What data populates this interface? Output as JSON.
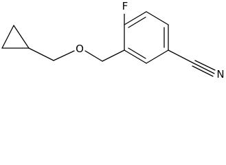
{
  "structure": {
    "atoms": {
      "fluorine": "F",
      "oxygen": "O",
      "nitrile_nitrogen": "N"
    },
    "bond_color": "#000000",
    "background": "#ffffff"
  }
}
